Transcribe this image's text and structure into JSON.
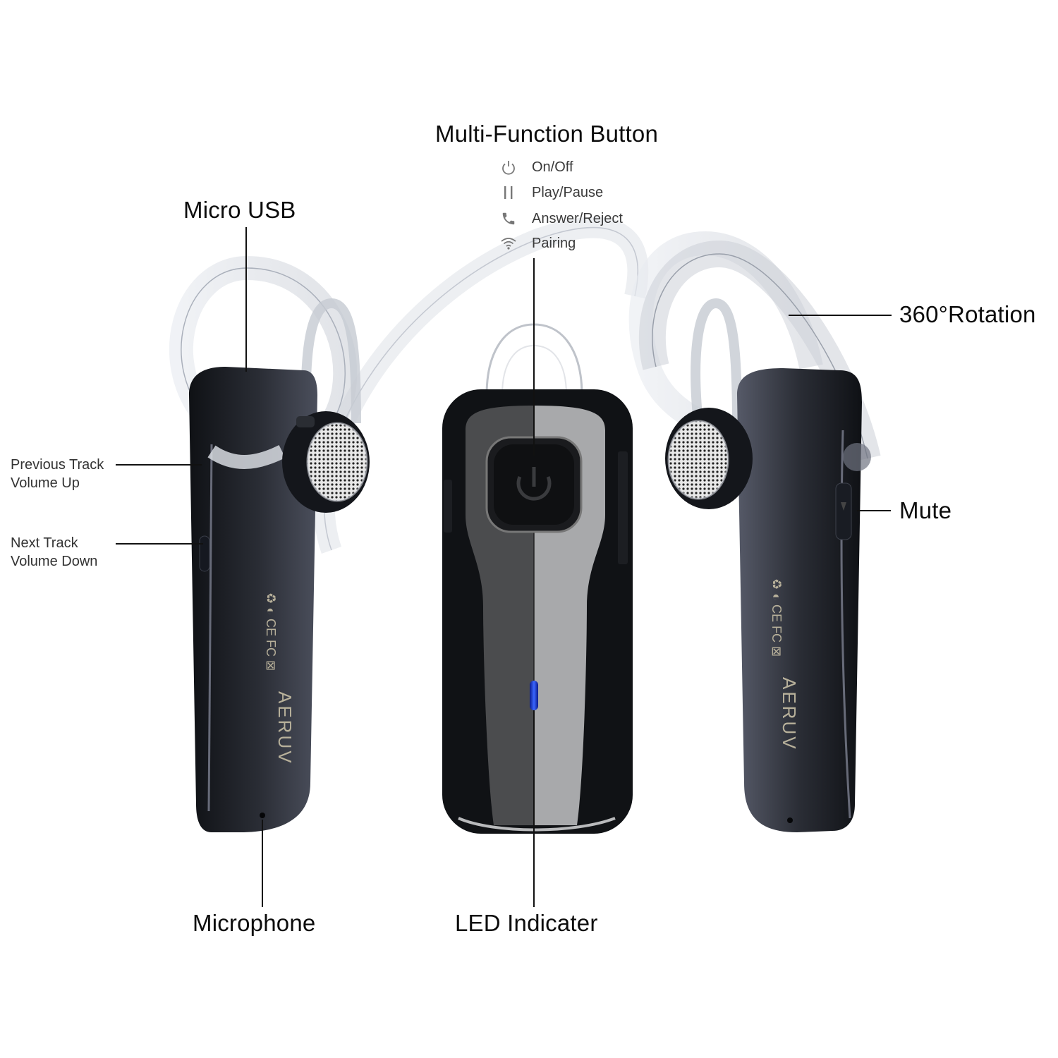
{
  "title": "Multi-Function Button",
  "multi_function_items": [
    {
      "icon": "power-icon",
      "label": "On/Off"
    },
    {
      "icon": "pause-icon",
      "label": "Play/Pause"
    },
    {
      "icon": "phone-icon",
      "label": "Answer/Reject"
    },
    {
      "icon": "wifi-icon",
      "label": "Pairing"
    }
  ],
  "callouts": {
    "micro_usb": "Micro USB",
    "rotation": "360°Rotation",
    "previous_track": [
      "Previous Track",
      "Volume Up"
    ],
    "next_track": [
      "Next Track",
      "Volume Down"
    ],
    "mute": "Mute",
    "microphone": "Microphone",
    "led": "LED Indicater"
  },
  "product": {
    "brand": "AERUV",
    "marks": [
      "CE",
      "FC"
    ],
    "led_color": "#1f3fd6",
    "body_color": "#1e2128",
    "panel_dark": "#4a4b4d",
    "panel_light": "#a6a7a9"
  }
}
